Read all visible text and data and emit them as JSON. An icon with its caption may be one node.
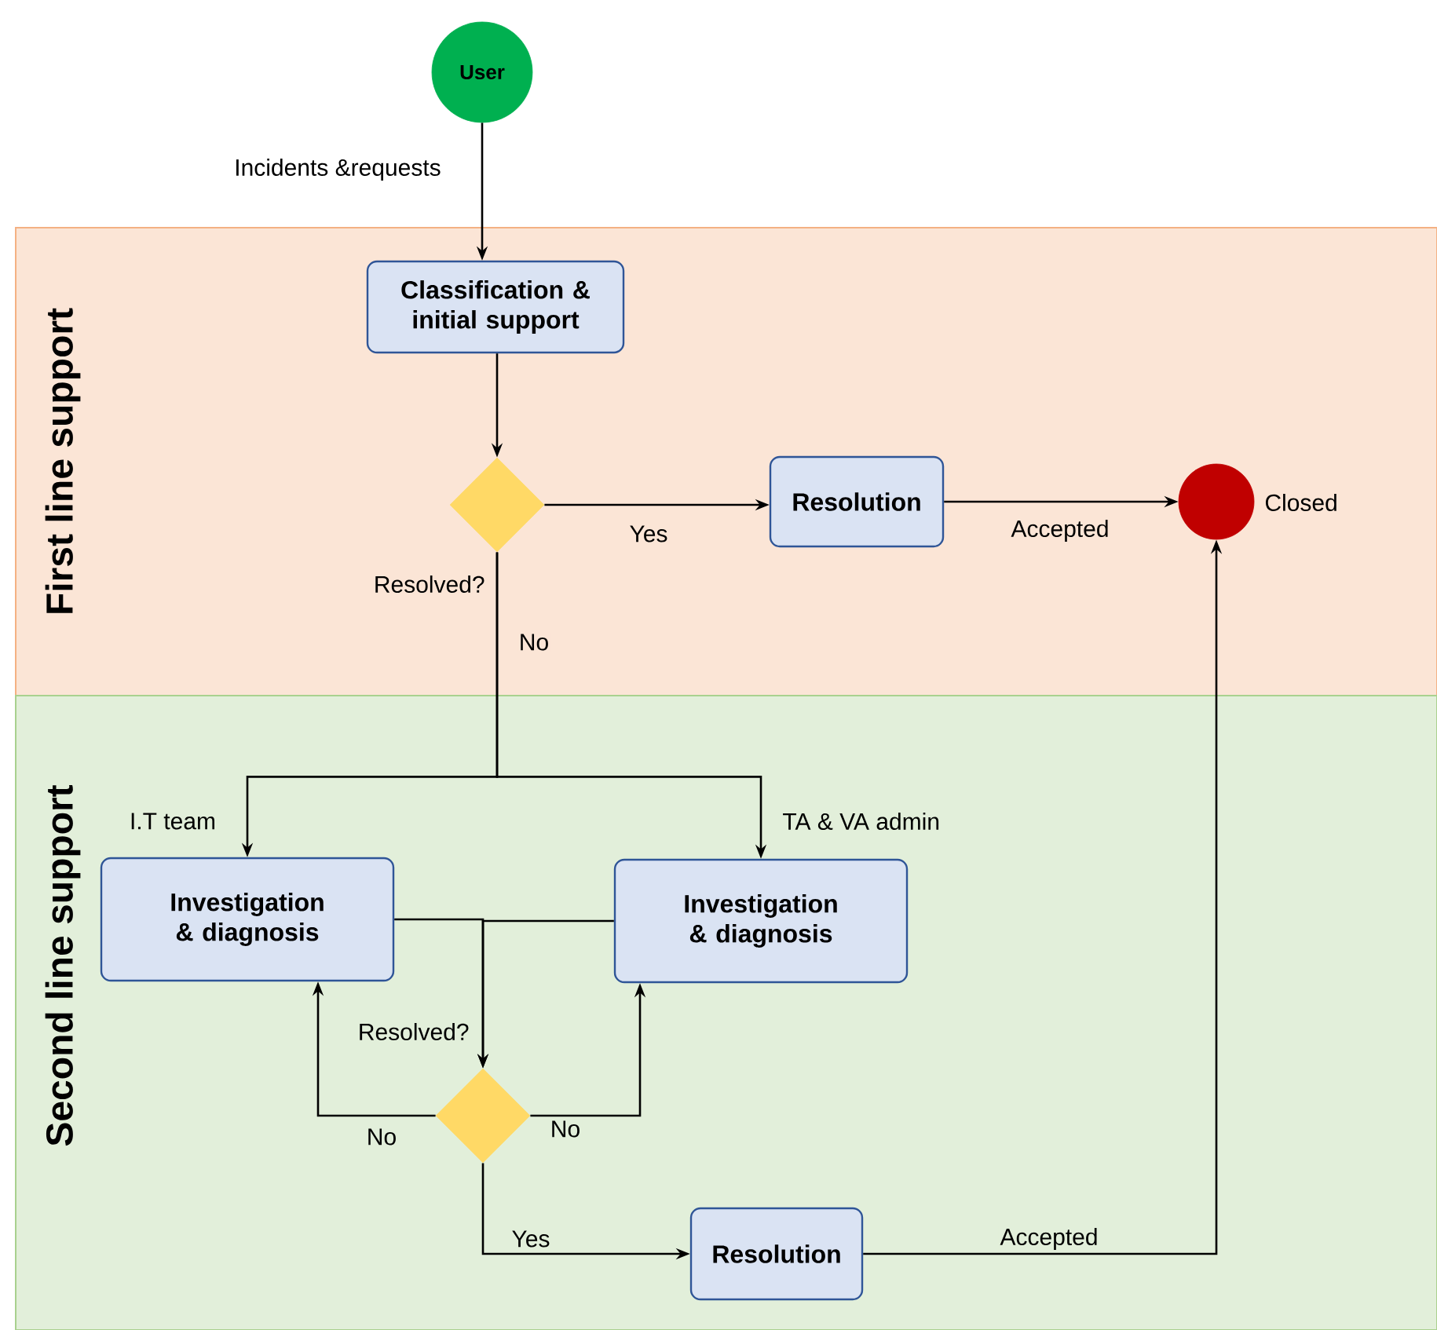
{
  "diagram": {
    "nodes": [
      {
        "text": [
          "First line support"
        ]
      },
      {
        "text": [
          "Second line support"
        ]
      },
      {
        "text": [
          "User"
        ]
      },
      {
        "text": [
          "Classification & initial support"
        ],
        "in": 0
      },
      {
        "text": [],
        "shape": "diamond",
        "beside": [
          "Resolved?"
        ],
        "in": 0
      },
      {
        "text": [
          "Resolution"
        ],
        "in": 0
      },
      {
        "text": [],
        "shape": "circle",
        "beside": [
          "Closed"
        ],
        "in": 0
      },
      {
        "text": [
          "Investigation & diagnosis"
        ],
        "beside": [
          "I.T team"
        ],
        "in": 1
      },
      {
        "text": [
          "Investigation & diagnosis"
        ],
        "beside": [
          "TA & VA admin"
        ],
        "in": 1
      },
      {
        "text": [],
        "shape": "diamond",
        "beside": [
          "Resolved?"
        ],
        "in": 1
      },
      {
        "text": [
          "Resolution"
        ],
        "in": 1
      }
    ],
    "edges": [
      {
        "from": 2,
        "to": 3,
        "arrow": "to",
        "label": "Incidents &requests"
      },
      {
        "from": 3,
        "to": 4,
        "arrow": "to"
      },
      {
        "from": 4,
        "to": 5,
        "arrow": "to",
        "label": "Yes"
      },
      {
        "from": 5,
        "to": 6,
        "arrow": "to",
        "label": "Accepted"
      },
      {
        "from": 4,
        "to": 7,
        "arrow": "to",
        "label": "No"
      },
      {
        "from": 4,
        "to": 8,
        "arrow": "to"
      },
      {
        "from": 7,
        "to": 9,
        "arrow": "to"
      },
      {
        "from": 8,
        "to": 9,
        "arrow": "to"
      },
      {
        "from": 9,
        "to": 7,
        "arrow": "to",
        "label": "No"
      },
      {
        "from": 9,
        "to": 8,
        "arrow": "to",
        "label": "No"
      },
      {
        "from": 9,
        "to": 10,
        "arrow": "to",
        "label": "Yes"
      },
      {
        "from": 10,
        "to": 6,
        "arrow": "to",
        "label": "Accepted"
      }
    ]
  }
}
